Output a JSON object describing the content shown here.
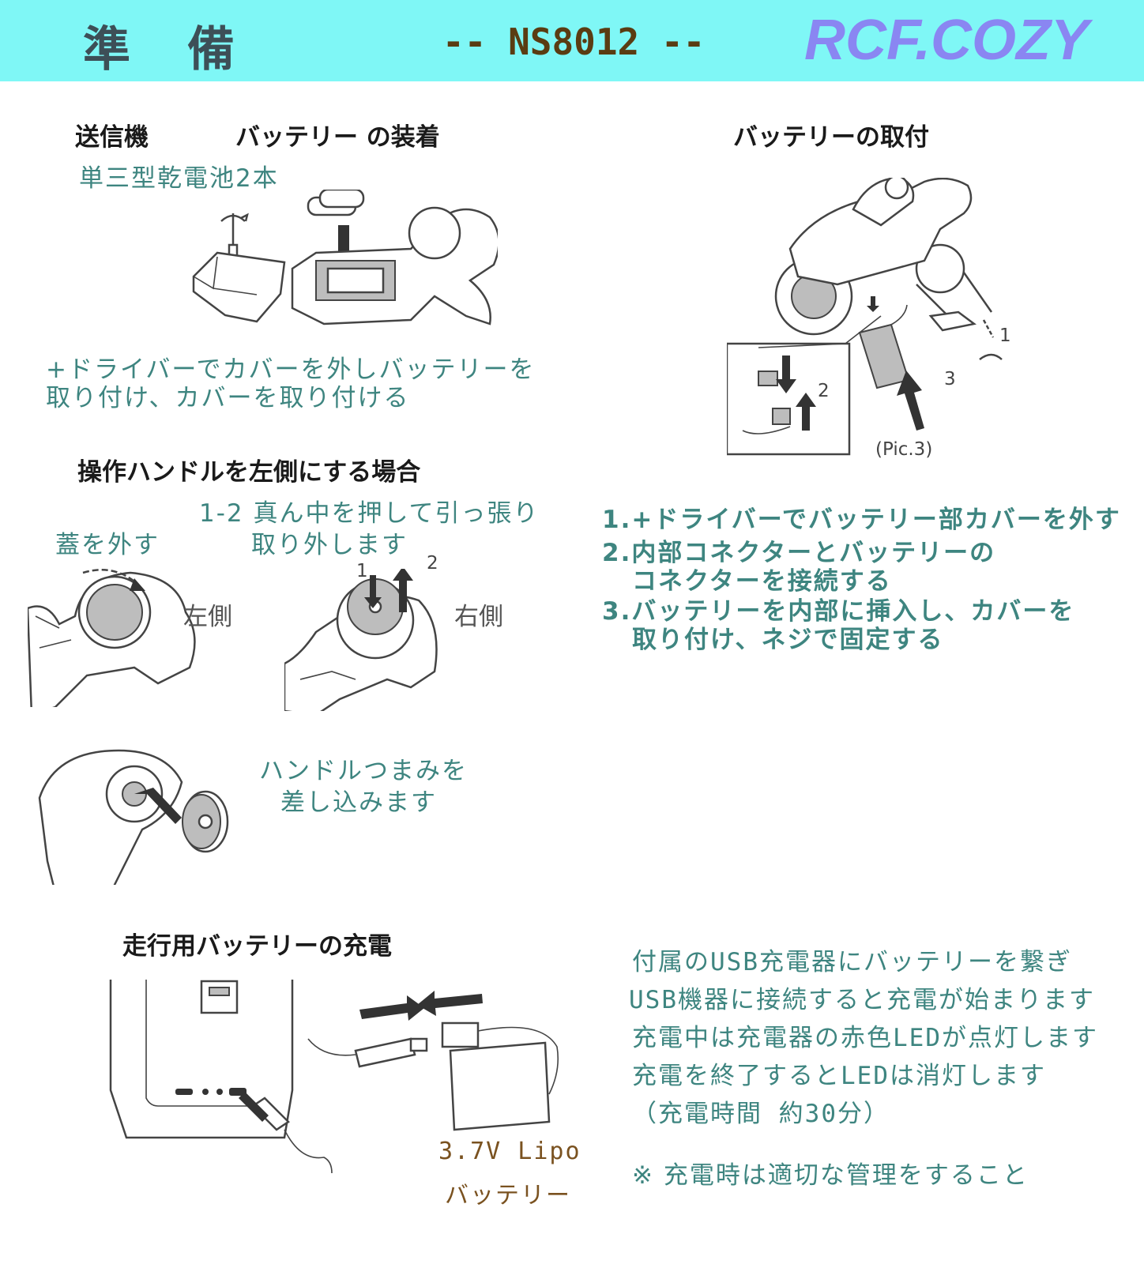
{
  "header": {
    "title": "準　備",
    "model": "-- NS8012 --",
    "brand": "RCF.COZY",
    "bg_color": "#7ff7f6",
    "brand_color": "#8a86f2"
  },
  "transmitter": {
    "heading_left": "送信機",
    "heading_right": "バッテリー の装着",
    "battery_type": "単三型乾電池2本",
    "instruction_lines": [
      "+ドライバーでカバーを外しバッテリーを",
      "取り付け、カバーを取り付ける"
    ]
  },
  "handle": {
    "heading": "操作ハンドルを左側にする場合",
    "step_remove_cap": "蓋を外す",
    "step_pull_line1": "1-2 真ん中を押して引っ張り",
    "step_pull_line2": "取り外します",
    "label_left": "左側",
    "label_right": "右側",
    "arrow_num_1": "1",
    "arrow_num_2": "2",
    "knob_line1": "ハンドルつまみを",
    "knob_line2": "差し込みます"
  },
  "bike_battery": {
    "heading": "バッテリーの取付",
    "pic_label": "(Pic.3)",
    "num_1": "1",
    "num_2": "2",
    "num_3": "3",
    "steps": [
      {
        "l1": "1.+ドライバーでバッテリー部カバーを外す"
      },
      {
        "l1": "2.内部コネクターとバッテリーの",
        "l2": "コネクターを接続する"
      },
      {
        "l1": "3.バッテリーを内部に挿入し、カバーを",
        "l2": "取り付け、ネジで固定する"
      }
    ]
  },
  "charging": {
    "heading": "走行用バッテリーの充電",
    "battery_label_1": "3.7V  Lipo",
    "battery_label_2": "バッテリー",
    "lines": [
      "付属のUSB充電器にバッテリーを繋ぎ",
      "USB機器に接続すると充電が始まります",
      "充電中は充電器の赤色LEDが点灯します",
      "充電を終了するとLEDは消灯します",
      "（充電時間 約30分）"
    ],
    "note": "※ 充電時は適切な管理をすること"
  }
}
